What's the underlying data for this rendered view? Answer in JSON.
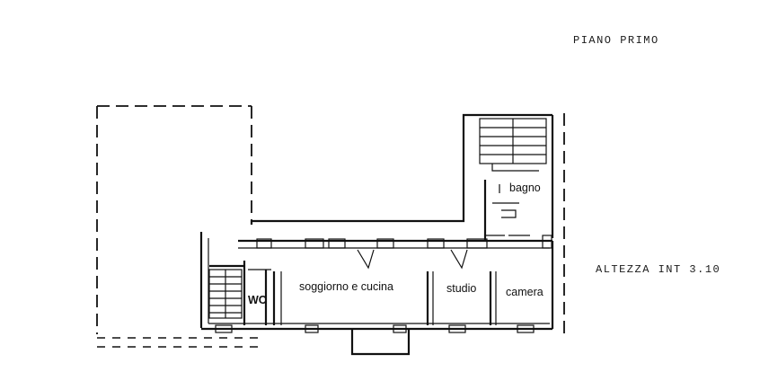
{
  "header": {
    "floor_label": "PIANO PRIMO"
  },
  "side_note": {
    "height_label": "ALTEZZA INT 3.10"
  },
  "rooms": [
    {
      "id": "bagno",
      "label": "bagno"
    },
    {
      "id": "wc",
      "label": "WC"
    },
    {
      "id": "soggiorno",
      "label": "soggiorno e cucina"
    },
    {
      "id": "studio",
      "label": "studio"
    },
    {
      "id": "camera",
      "label": "camera"
    }
  ]
}
